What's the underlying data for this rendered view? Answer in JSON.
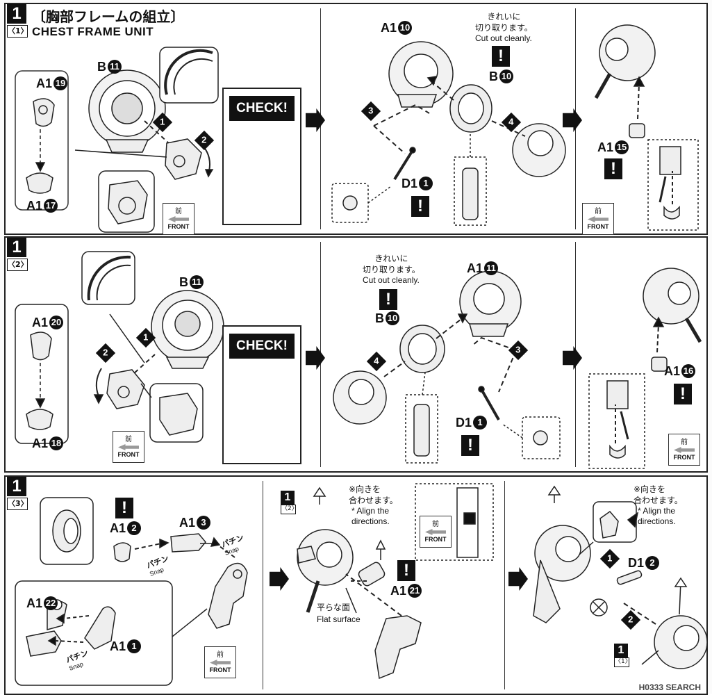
{
  "section1": {
    "step": "1",
    "sub": "〈1〉",
    "title_jp": "〔胸部フレームの組立〕",
    "title_en": "CHEST FRAME UNIT",
    "parts": {
      "a1_19": "A1",
      "a1_19n": "19",
      "a1_17": "A1",
      "a1_17n": "17",
      "b11": "B",
      "b11n": "11",
      "a1_10": "A1",
      "a1_10n": "10",
      "b10": "B",
      "b10n": "10",
      "d1_1": "D1",
      "d1_1n": "1",
      "a1_15": "A1",
      "a1_15n": "15"
    },
    "check": "CHECK!",
    "note_jp_1": "きれいに",
    "note_jp_2": "切り取ります。",
    "note_en": "Cut out cleanly.",
    "steps": [
      "1",
      "2",
      "3",
      "4"
    ]
  },
  "section2": {
    "step": "1",
    "sub": "〈2〉",
    "parts": {
      "a1_20": "A1",
      "a1_20n": "20",
      "a1_18": "A1",
      "a1_18n": "18",
      "b11": "B",
      "b11n": "11",
      "a1_11": "A1",
      "a1_11n": "11",
      "b10": "B",
      "b10n": "10",
      "d1_1": "D1",
      "d1_1n": "1",
      "a1_16": "A1",
      "a1_16n": "16"
    },
    "check": "CHECK!",
    "note_jp_1": "きれいに",
    "note_jp_2": "切り取ります。",
    "note_en": "Cut out cleanly.",
    "steps": [
      "1",
      "2",
      "3",
      "4"
    ]
  },
  "section3": {
    "step": "1",
    "sub": "〈3〉",
    "parts": {
      "a1_2": "A1",
      "a1_2n": "2",
      "a1_3": "A1",
      "a1_3n": "3",
      "a1_22": "A1",
      "a1_22n": "22",
      "a1_1": "A1",
      "a1_1n": "1",
      "a1_21": "A1",
      "a1_21n": "21",
      "d1_2": "D1",
      "d1_2n": "2"
    },
    "snap_jp": "パチン",
    "snap_en": "Snap",
    "ref_step_2": "1",
    "ref_sub_2": "〈2〉",
    "ref_step_1": "1",
    "ref_sub_1": "〈1〉",
    "align_jp_1": "※向きを",
    "align_jp_2": "合わせます。",
    "align_en_1": "* Align the",
    "align_en_2": "directions.",
    "flat_jp": "平らな面",
    "flat_en": "Flat surface",
    "steps": [
      "1",
      "2"
    ]
  },
  "front": {
    "jp": "前",
    "en": "FRONT"
  },
  "exclaim": "!",
  "watermark": "H0333 SEARCH"
}
